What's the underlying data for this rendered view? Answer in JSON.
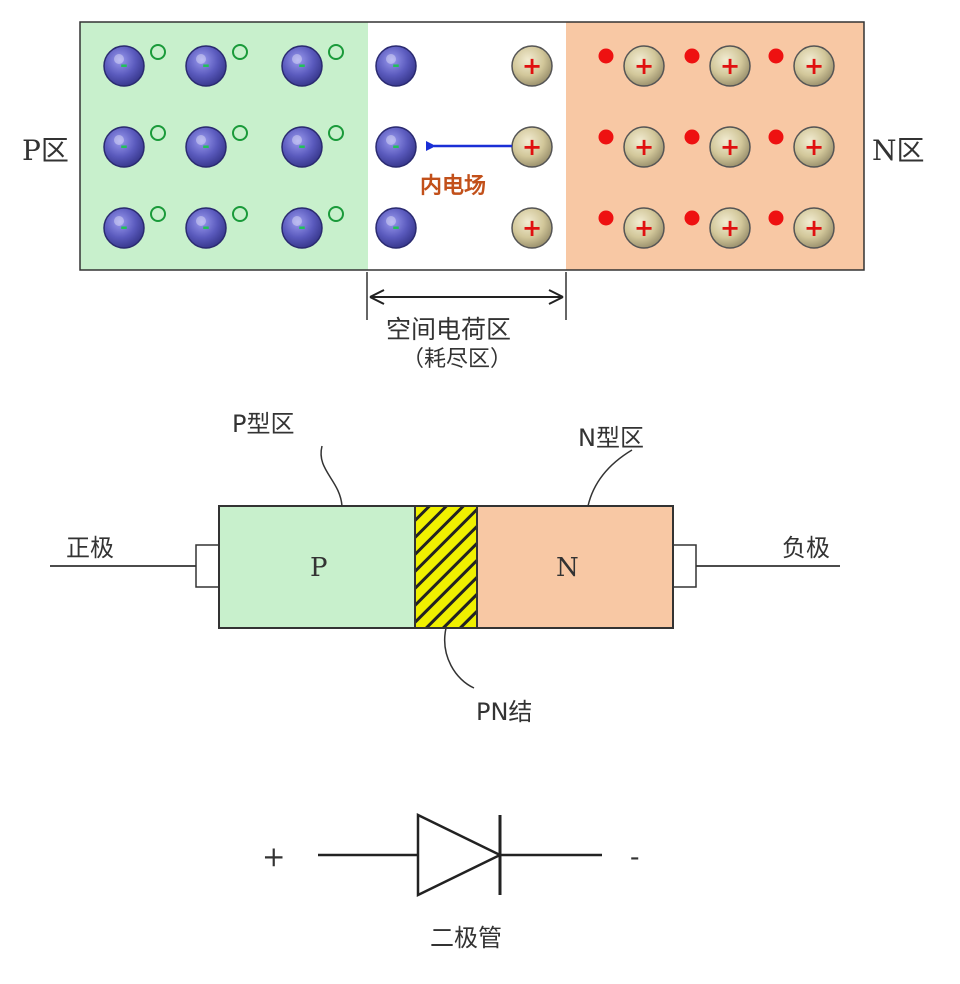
{
  "top_diagram": {
    "p_region_label": "P区",
    "n_region_label": "N区",
    "field_label": "内电场",
    "depletion_label": "空间电荷区",
    "depletion_alt_label": "（耗尽区）",
    "minus_sign": "-",
    "plus_sign": "+",
    "colors": {
      "p_region": "#c8f0cc",
      "n_region": "#f8c8a4",
      "acceptor_ion": "#6a6ac8",
      "donor_ion": "#d8d0a8",
      "electron": "#ee1111",
      "field_arrow": "#1a2fd6",
      "field_text": "#c2501a"
    }
  },
  "middle_diagram": {
    "p_type_label": "P型区",
    "n_type_label": "N型区",
    "p_label": "P",
    "n_label": "N",
    "junction_label": "PN结",
    "anode_label": "正极",
    "cathode_label": "负极",
    "colors": {
      "p_block": "#c8f0cc",
      "n_block": "#f8c8a4",
      "junction_fill": "#f0f000"
    }
  },
  "symbol": {
    "plus_label": "+",
    "minus_label": "-",
    "caption": "二极管"
  }
}
